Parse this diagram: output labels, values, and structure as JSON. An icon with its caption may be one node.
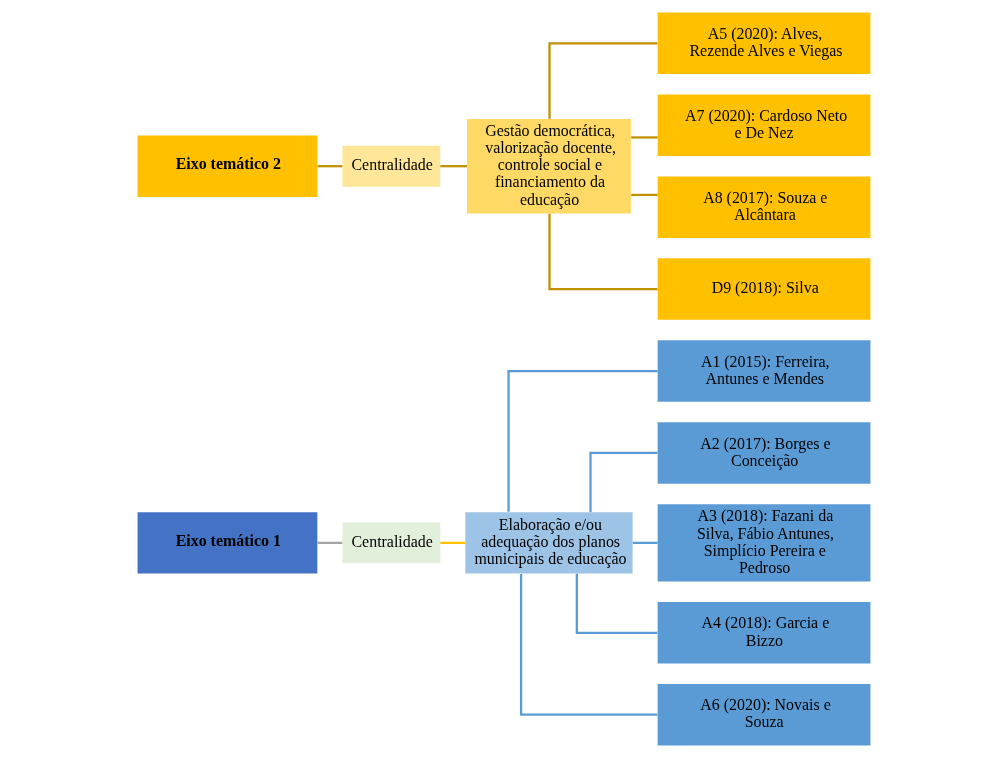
{
  "diagram": {
    "nodes": [
      {
        "text": [
          "Eixo temático 1"
        ]
      },
      {
        "text": [
          "Centralidade"
        ]
      },
      {
        "text": [
          "Elaboração e/ou adequação dos planos municipais de educação"
        ]
      },
      {
        "text": [
          "A1 (2015): Ferreira, Antunes e Mendes"
        ]
      },
      {
        "text": [
          "A2 (2017): Borges e Conceição"
        ]
      },
      {
        "text": [
          "A3 (2018): Fazani da Silva, Fábio Antunes, Simplício Pereira e Pedroso"
        ]
      },
      {
        "text": [
          "A4 (2018): Garcia e Bizzo"
        ]
      },
      {
        "text": [
          "A6 (2020): Novais e Souza"
        ]
      },
      {
        "text": [
          "Eixo temático 2"
        ]
      },
      {
        "text": [
          "Centralidade"
        ]
      },
      {
        "text": [
          "Gestão democrática, valorização docente, controle social e financiamento da educação"
        ]
      },
      {
        "text": [
          "A5 (2020): Alves, Rezende Alves e Viegas"
        ]
      },
      {
        "text": [
          "A7 (2020): Cardoso Neto e De Nez"
        ]
      },
      {
        "text": [
          "A8 (2017): Souza e Alcântara"
        ]
      },
      {
        "text": [
          "D9 (2018): Silva"
        ]
      }
    ],
    "edges": [
      {
        "from": 0,
        "to": 1,
        "arrow": "none",
        "color": "#a5a5a5"
      },
      {
        "from": 1,
        "to": 2,
        "arrow": "none",
        "color": "#ffc000"
      },
      {
        "from": 2,
        "to": 3,
        "arrow": "none",
        "color": "#5b9bd5"
      },
      {
        "from": 2,
        "to": 4,
        "arrow": "none",
        "color": "#5b9bd5"
      },
      {
        "from": 2,
        "to": 5,
        "arrow": "none",
        "color": "#5b9bd5"
      },
      {
        "from": 2,
        "to": 6,
        "arrow": "none",
        "color": "#5b9bd5"
      },
      {
        "from": 2,
        "to": 7,
        "arrow": "none",
        "color": "#5b9bd5"
      },
      {
        "from": 8,
        "to": 9,
        "arrow": "none",
        "color": "#bf9000"
      },
      {
        "from": 9,
        "to": 10,
        "arrow": "none",
        "color": "#bf9000"
      },
      {
        "from": 10,
        "to": 11,
        "arrow": "none",
        "color": "#bf9000"
      },
      {
        "from": 10,
        "to": 12,
        "arrow": "none",
        "color": "#bf9000"
      },
      {
        "from": 10,
        "to": 13,
        "arrow": "none",
        "color": "#bf9000"
      },
      {
        "from": 10,
        "to": 14,
        "arrow": "none",
        "color": "#bf9000"
      }
    ]
  }
}
